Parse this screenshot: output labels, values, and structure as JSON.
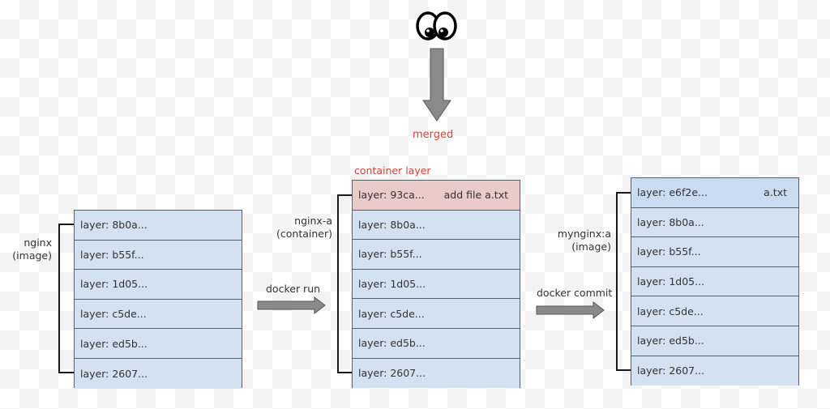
{
  "top": {
    "viewer_icon": "eyes-icon",
    "merged_label": "merged"
  },
  "stacks": [
    {
      "name": "nginx",
      "kind": "(image)",
      "layers": [
        {
          "label": "layer: 8b0a..."
        },
        {
          "label": "layer: b55f..."
        },
        {
          "label": "layer: 1d05..."
        },
        {
          "label": "layer: c5de..."
        },
        {
          "label": "layer: ed5b..."
        },
        {
          "label": "layer: 2607..."
        }
      ]
    },
    {
      "name": "nginx-a",
      "kind": "(container)",
      "top_caption": "container layer",
      "layers": [
        {
          "label": "layer: 93ca...",
          "note": "add file a.txt"
        },
        {
          "label": "layer: 8b0a..."
        },
        {
          "label": "layer: b55f..."
        },
        {
          "label": "layer: 1d05..."
        },
        {
          "label": "layer: c5de..."
        },
        {
          "label": "layer: ed5b..."
        },
        {
          "label": "layer: 2607..."
        }
      ]
    },
    {
      "name": "mynginx:a",
      "kind": "(image)",
      "layers": [
        {
          "label": "layer: e6f2e...",
          "note": "a.txt"
        },
        {
          "label": "layer: 8b0a..."
        },
        {
          "label": "layer: b55f..."
        },
        {
          "label": "layer: 1d05..."
        },
        {
          "label": "layer: c5de..."
        },
        {
          "label": "layer: ed5b..."
        },
        {
          "label": "layer: 2607..."
        }
      ]
    }
  ],
  "arrows": {
    "run_label": "docker run",
    "commit_label": "docker commit"
  },
  "colors": {
    "layer_fill": "#d4e1f0",
    "container_layer_fill": "#ebcaca",
    "commit_layer_fill": "#cadbf2",
    "accent_red": "#d9413c",
    "arrow_fill": "#8a8a8a"
  }
}
